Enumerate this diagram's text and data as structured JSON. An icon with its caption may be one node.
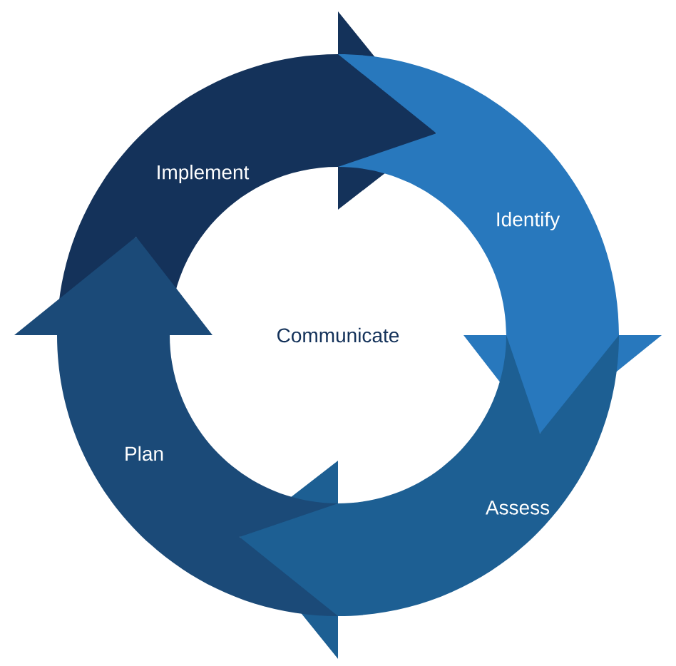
{
  "diagram": {
    "nodes": [
      {
        "text": [
          "Implement"
        ]
      },
      {
        "text": [
          "Identify"
        ]
      },
      {
        "text": [
          "Assess"
        ]
      },
      {
        "text": [
          "Plan"
        ]
      }
    ],
    "labels": [
      "Communicate"
    ]
  }
}
